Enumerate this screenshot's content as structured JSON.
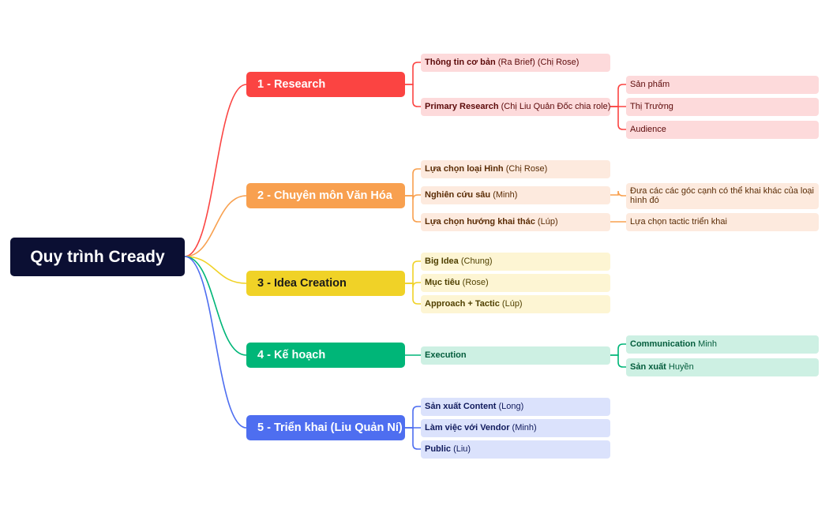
{
  "root": {
    "label": "Quy trình Cready"
  },
  "branches": [
    {
      "label": "1 - Research",
      "color": "#fb4442",
      "light": "#fddadb",
      "text_color": "#5c0a0a",
      "children": [
        {
          "bold": "Thông tin cơ bản",
          "rest": " (Ra Brief) (Chị Rose)"
        },
        {
          "bold": "Primary Research",
          "rest": " (Chị Liu Quản Đốc chia role)",
          "children": [
            {
              "bold": "",
              "rest": "Sản phẩm"
            },
            {
              "bold": "",
              "rest": "Thị Trường"
            },
            {
              "bold": "",
              "rest": "Audience"
            }
          ]
        }
      ]
    },
    {
      "label": "2 - Chuyên  môn Văn Hóa",
      "color": "#f8a04f",
      "light": "#fdeade",
      "text_color": "#5a2c05",
      "children": [
        {
          "bold": "Lựa chọn loại Hình",
          "rest": " (Chị Rose)"
        },
        {
          "bold": "Nghiên cứu sâu",
          "rest": " (Minh)",
          "children": [
            {
              "bold": "",
              "rest": "Đưa các các góc cạnh có thể khai khác của loại hình đó"
            }
          ]
        },
        {
          "bold": "Lựa chọn hướng khai thác",
          "rest": " (Lúp)",
          "children": [
            {
              "bold": "",
              "rest": "Lựa chọn tactic triển khai"
            }
          ]
        }
      ]
    },
    {
      "label": "3 - Idea Creation",
      "color": "#f0d227",
      "light": "#fdf5d3",
      "text_color": "#4f4000",
      "children": [
        {
          "bold": "Big Idea",
          "rest": " (Chung)"
        },
        {
          "bold": "Mục tiêu",
          "rest": " (Rose)"
        },
        {
          "bold": "Approach + Tactic",
          "rest": " (Lúp)"
        }
      ]
    },
    {
      "label": "4 - Kế hoạch",
      "color": "#00b678",
      "light": "#cdf0e3",
      "text_color": "#035c3c",
      "children": [
        {
          "bold": "Execution",
          "rest": "",
          "children": [
            {
              "bold": "Communication",
              "rest": " Minh"
            },
            {
              "bold": "Sản xuất",
              "rest": " Huyền"
            }
          ]
        }
      ]
    },
    {
      "label": "5 - Triển khai (Liu Quản Ní)",
      "color": "#4e6ef0",
      "light": "#dbe2fc",
      "text_color": "#101a5c",
      "children": [
        {
          "bold": "Sản xuất Content",
          "rest": " (Long)"
        },
        {
          "bold": "Làm việc với Vendor",
          "rest": " (Minh)"
        },
        {
          "bold": "Public",
          "rest": " (Liu)"
        }
      ]
    }
  ]
}
